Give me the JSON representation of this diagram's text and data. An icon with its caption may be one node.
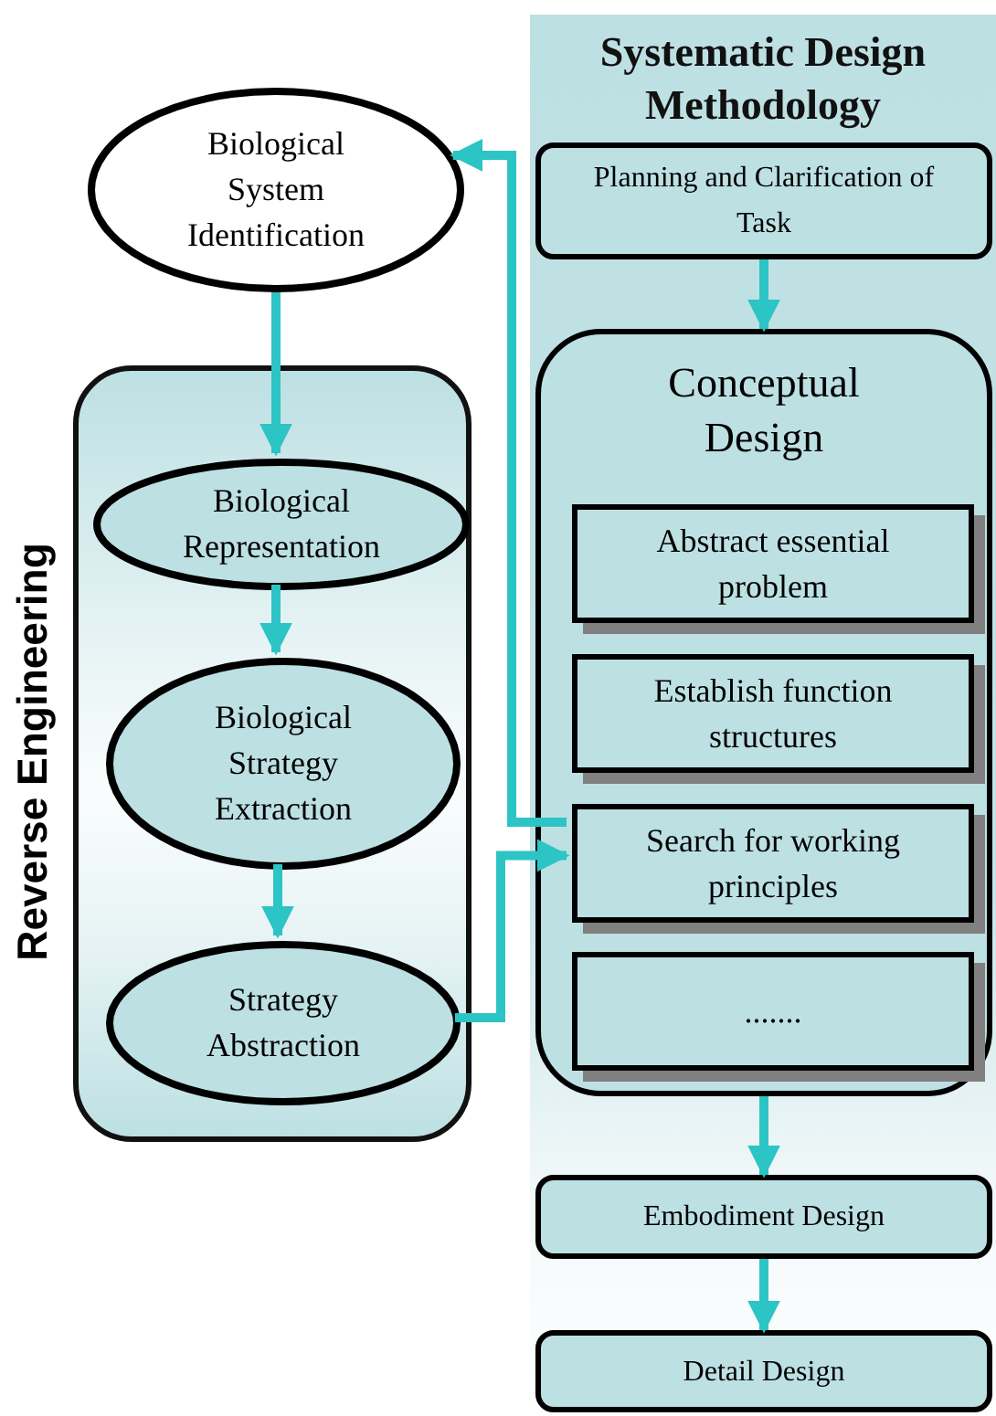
{
  "diagram": {
    "nodes": [
      {
        "text": [
          "Systematic Design Methodology"
        ]
      },
      {
        "text": [
          "Biological System Identification"
        ]
      },
      {
        "text": [
          "Reverse Engineering"
        ]
      },
      {
        "text": [
          "Biological Representation"
        ],
        "in": 2
      },
      {
        "text": [
          "Biological Strategy Extraction"
        ],
        "in": 2
      },
      {
        "text": [
          "Strategy Abstraction"
        ],
        "in": 2
      },
      {
        "text": [
          "Planning and Clarification of Task"
        ],
        "in": 0
      },
      {
        "text": [
          "Conceptual Design"
        ],
        "in": 0
      },
      {
        "text": [
          "Abstract essential problem"
        ],
        "in": 7
      },
      {
        "text": [
          "Establish function structures"
        ],
        "in": 7
      },
      {
        "text": [
          "Search for working principles"
        ],
        "in": 7
      },
      {
        "text": [
          "......."
        ],
        "in": 7
      },
      {
        "text": [
          "Embodiment Design"
        ],
        "in": 0
      },
      {
        "text": [
          "Detail Design"
        ],
        "in": 0
      }
    ],
    "edges": [
      {
        "from": 1,
        "to": 3,
        "arrow": "to"
      },
      {
        "from": 3,
        "to": 4,
        "arrow": "to"
      },
      {
        "from": 4,
        "to": 5,
        "arrow": "to"
      },
      {
        "from": 6,
        "to": 7,
        "arrow": "to"
      },
      {
        "from": 7,
        "to": 12,
        "arrow": "to"
      },
      {
        "from": 12,
        "to": 13,
        "arrow": "to"
      },
      {
        "from": 10,
        "to": 1,
        "arrow": "to"
      },
      {
        "from": 5,
        "to": 10,
        "arrow": "to"
      }
    ]
  }
}
